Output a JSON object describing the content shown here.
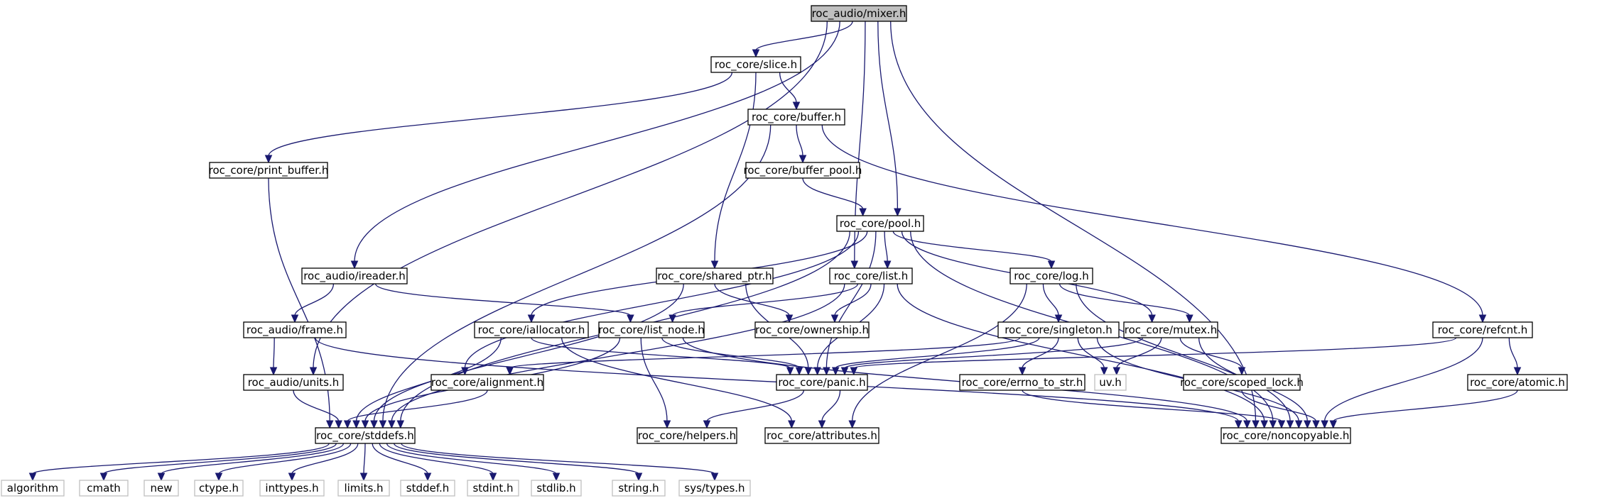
{
  "graph": {
    "nodes": [
      {
        "id": "mixer",
        "label": "roc_audio/mixer.h",
        "kind": "root"
      },
      {
        "id": "slice",
        "label": "roc_core/slice.h",
        "kind": "internal"
      },
      {
        "id": "buffer",
        "label": "roc_core/buffer.h",
        "kind": "internal"
      },
      {
        "id": "print_buffer",
        "label": "roc_core/print_buffer.h",
        "kind": "internal"
      },
      {
        "id": "buffer_pool",
        "label": "roc_core/buffer_pool.h",
        "kind": "internal"
      },
      {
        "id": "pool",
        "label": "roc_core/pool.h",
        "kind": "internal"
      },
      {
        "id": "ireader",
        "label": "roc_audio/ireader.h",
        "kind": "internal"
      },
      {
        "id": "shared_ptr",
        "label": "roc_core/shared_ptr.h",
        "kind": "internal"
      },
      {
        "id": "list",
        "label": "roc_core/list.h",
        "kind": "internal"
      },
      {
        "id": "log",
        "label": "roc_core/log.h",
        "kind": "internal"
      },
      {
        "id": "frame",
        "label": "roc_audio/frame.h",
        "kind": "internal"
      },
      {
        "id": "iallocator",
        "label": "roc_core/iallocator.h",
        "kind": "internal"
      },
      {
        "id": "list_node",
        "label": "roc_core/list_node.h",
        "kind": "internal"
      },
      {
        "id": "ownership",
        "label": "roc_core/ownership.h",
        "kind": "internal"
      },
      {
        "id": "singleton",
        "label": "roc_core/singleton.h",
        "kind": "internal"
      },
      {
        "id": "mutex",
        "label": "roc_core/mutex.h",
        "kind": "internal"
      },
      {
        "id": "refcnt",
        "label": "roc_core/refcnt.h",
        "kind": "internal"
      },
      {
        "id": "units",
        "label": "roc_audio/units.h",
        "kind": "internal"
      },
      {
        "id": "alignment",
        "label": "roc_core/alignment.h",
        "kind": "internal"
      },
      {
        "id": "panic",
        "label": "roc_core/panic.h",
        "kind": "internal"
      },
      {
        "id": "errno_to_str",
        "label": "roc_core/errno_to_str.h",
        "kind": "internal"
      },
      {
        "id": "uv",
        "label": "uv.h",
        "kind": "external"
      },
      {
        "id": "scoped_lock",
        "label": "roc_core/scoped_lock.h",
        "kind": "internal"
      },
      {
        "id": "atomic",
        "label": "roc_core/atomic.h",
        "kind": "internal"
      },
      {
        "id": "stddefs",
        "label": "roc_core/stddefs.h",
        "kind": "internal"
      },
      {
        "id": "helpers",
        "label": "roc_core/helpers.h",
        "kind": "internal"
      },
      {
        "id": "attributes",
        "label": "roc_core/attributes.h",
        "kind": "internal"
      },
      {
        "id": "noncopyable",
        "label": "roc_core/noncopyable.h",
        "kind": "internal"
      },
      {
        "id": "algorithm",
        "label": "algorithm",
        "kind": "external"
      },
      {
        "id": "cmath",
        "label": "cmath",
        "kind": "external"
      },
      {
        "id": "new",
        "label": "new",
        "kind": "external"
      },
      {
        "id": "ctype",
        "label": "ctype.h",
        "kind": "external"
      },
      {
        "id": "inttypes",
        "label": "inttypes.h",
        "kind": "external"
      },
      {
        "id": "limits",
        "label": "limits.h",
        "kind": "external"
      },
      {
        "id": "stddef",
        "label": "stddef.h",
        "kind": "external"
      },
      {
        "id": "stdint",
        "label": "stdint.h",
        "kind": "external"
      },
      {
        "id": "stdlib",
        "label": "stdlib.h",
        "kind": "external"
      },
      {
        "id": "string",
        "label": "string.h",
        "kind": "external"
      },
      {
        "id": "systypes",
        "label": "sys/types.h",
        "kind": "external"
      }
    ],
    "edges": [
      [
        "mixer",
        "slice"
      ],
      [
        "mixer",
        "pool"
      ],
      [
        "mixer",
        "ireader"
      ],
      [
        "mixer",
        "list"
      ],
      [
        "mixer",
        "units"
      ],
      [
        "mixer",
        "noncopyable"
      ],
      [
        "slice",
        "buffer"
      ],
      [
        "slice",
        "print_buffer"
      ],
      [
        "slice",
        "shared_ptr"
      ],
      [
        "buffer",
        "buffer_pool"
      ],
      [
        "buffer",
        "refcnt"
      ],
      [
        "buffer",
        "stddefs"
      ],
      [
        "buffer_pool",
        "pool"
      ],
      [
        "print_buffer",
        "stddefs"
      ],
      [
        "pool",
        "list"
      ],
      [
        "pool",
        "log"
      ],
      [
        "pool",
        "mutex"
      ],
      [
        "pool",
        "iallocator"
      ],
      [
        "pool",
        "alignment"
      ],
      [
        "pool",
        "panic"
      ],
      [
        "pool",
        "stddefs"
      ],
      [
        "pool",
        "noncopyable"
      ],
      [
        "ireader",
        "frame"
      ],
      [
        "ireader",
        "list_node"
      ],
      [
        "shared_ptr",
        "ownership"
      ],
      [
        "shared_ptr",
        "panic"
      ],
      [
        "shared_ptr",
        "stddefs"
      ],
      [
        "list",
        "list_node"
      ],
      [
        "list",
        "ownership"
      ],
      [
        "list",
        "panic"
      ],
      [
        "list",
        "stddefs"
      ],
      [
        "list",
        "noncopyable"
      ],
      [
        "log",
        "singleton"
      ],
      [
        "log",
        "mutex"
      ],
      [
        "log",
        "attributes"
      ],
      [
        "log",
        "noncopyable"
      ],
      [
        "frame",
        "units"
      ],
      [
        "frame",
        "noncopyable"
      ],
      [
        "iallocator",
        "panic"
      ],
      [
        "iallocator",
        "attributes"
      ],
      [
        "iallocator",
        "stddefs"
      ],
      [
        "list_node",
        "panic"
      ],
      [
        "list_node",
        "helpers"
      ],
      [
        "list_node",
        "stddefs"
      ],
      [
        "list_node",
        "noncopyable"
      ],
      [
        "singleton",
        "alignment"
      ],
      [
        "singleton",
        "panic"
      ],
      [
        "singleton",
        "errno_to_str"
      ],
      [
        "singleton",
        "uv"
      ],
      [
        "singleton",
        "noncopyable"
      ],
      [
        "mutex",
        "panic"
      ],
      [
        "mutex",
        "uv"
      ],
      [
        "mutex",
        "scoped_lock"
      ],
      [
        "mutex",
        "noncopyable"
      ],
      [
        "refcnt",
        "panic"
      ],
      [
        "refcnt",
        "atomic"
      ],
      [
        "refcnt",
        "noncopyable"
      ],
      [
        "units",
        "stddefs"
      ],
      [
        "alignment",
        "stddefs"
      ],
      [
        "panic",
        "helpers"
      ],
      [
        "panic",
        "attributes"
      ],
      [
        "errno_to_str",
        "noncopyable"
      ],
      [
        "scoped_lock",
        "noncopyable"
      ],
      [
        "atomic",
        "noncopyable"
      ],
      [
        "stddefs",
        "algorithm"
      ],
      [
        "stddefs",
        "cmath"
      ],
      [
        "stddefs",
        "new"
      ],
      [
        "stddefs",
        "ctype"
      ],
      [
        "stddefs",
        "inttypes"
      ],
      [
        "stddefs",
        "limits"
      ],
      [
        "stddefs",
        "stddef"
      ],
      [
        "stddefs",
        "stdint"
      ],
      [
        "stddefs",
        "stdlib"
      ],
      [
        "stddefs",
        "string"
      ],
      [
        "stddefs",
        "systypes"
      ]
    ]
  }
}
